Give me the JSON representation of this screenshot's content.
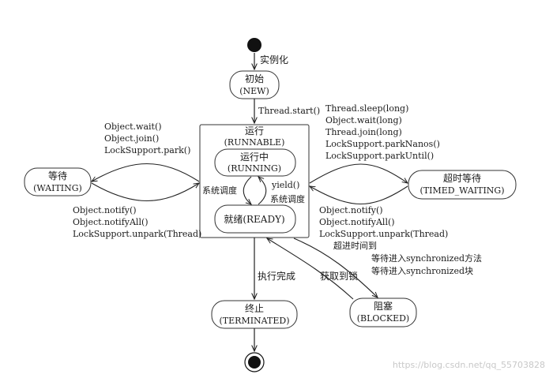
{
  "labels": {
    "instantiate": "实例化",
    "thread_start": "Thread.start()",
    "yield": "yield()",
    "system_schedule": "系统调度",
    "finish_execution": "执行完成",
    "acquire_lock": "获取到锁",
    "timeout_reached": "超进时间到",
    "enter_sync_method": "等待进入synchronized方法",
    "enter_sync_block": "等待进入synchronized块"
  },
  "states": {
    "new": {
      "name": "初始",
      "code": "(NEW)"
    },
    "runnable": {
      "name": "运行",
      "code": "(RUNNABLE)"
    },
    "running": {
      "name": "运行中",
      "code": "(RUNNING)"
    },
    "ready": {
      "name": "就绪(READY)"
    },
    "waiting": {
      "name": "等待",
      "code": "(WAITING)"
    },
    "timed_waiting": {
      "name": "超时等待",
      "code": "(TIMED_WAITING)"
    },
    "terminated": {
      "name": "终止",
      "code": "(TERMINATED)"
    },
    "blocked": {
      "name": "阻塞",
      "code": "(BLOCKED)"
    }
  },
  "methods": {
    "to_waiting": [
      "Object.wait()",
      "Object.join()",
      "LockSupport.park()"
    ],
    "from_waiting": [
      "Object.notify()",
      "Object.notifyAll()",
      "LockSupport.unpark(Thread)"
    ],
    "to_timed": [
      "Thread.sleep(long)",
      "Object.wait(long)",
      "Thread.join(long)",
      "LockSupport.parkNanos()",
      "LockSupport.parkUntil()"
    ],
    "from_timed": [
      "Object.notify()",
      "Object.notifyAll()",
      "LockSupport.unpark(Thread)"
    ]
  },
  "watermark": "https://blog.csdn.net/qq_55703828"
}
